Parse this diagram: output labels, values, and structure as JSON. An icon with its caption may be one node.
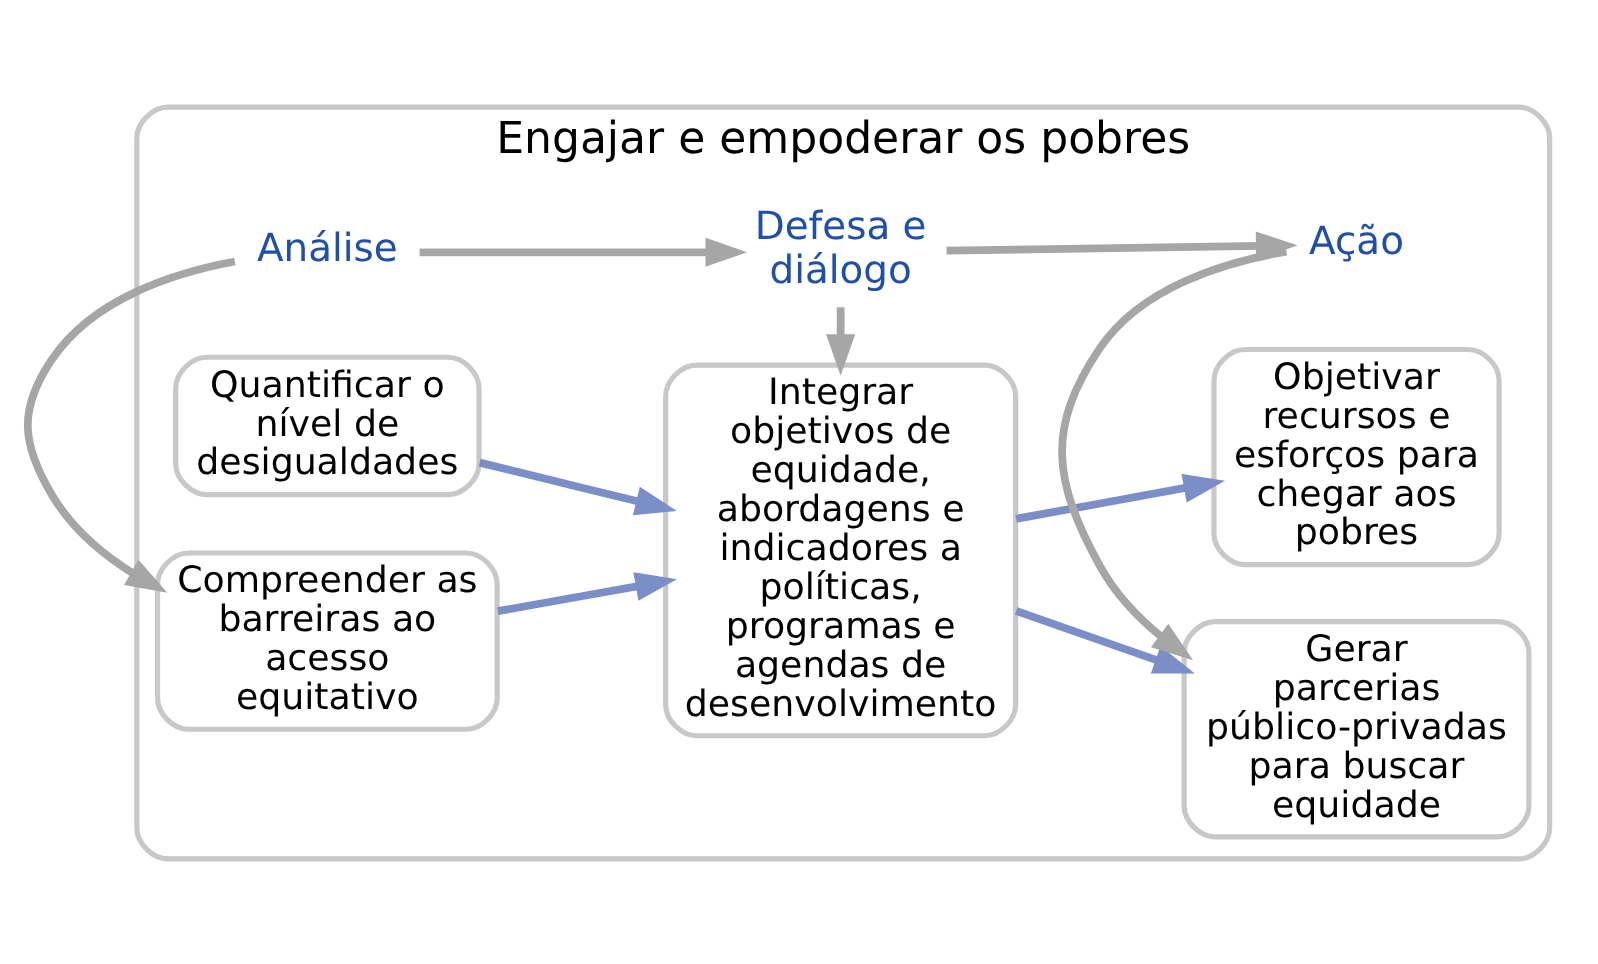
{
  "diagram": {
    "nodes": [
      {
        "text": [
          "Engajar e empoderar os pobres"
        ]
      },
      {
        "text": [
          "Quantificar o nível de desigualdades"
        ],
        "in": 0
      },
      {
        "text": [
          "Compreender as barreiras ao acesso equitativo"
        ],
        "in": 0
      },
      {
        "text": [
          "Integrar objetivos de equidade, abordagens e indicadores a políticas, programas e agendas de desenvolvimento"
        ],
        "in": 0
      },
      {
        "text": [
          "Objetivar recursos e esforços para chegar aos pobres"
        ],
        "in": 0
      },
      {
        "text": [
          "Gerar parcerias público-privadas para buscar equidade"
        ],
        "in": 0
      },
      {
        "text": [
          "Análise"
        ],
        "in": 0
      },
      {
        "text": [
          "Defesa e diálogo"
        ],
        "in": 0
      },
      {
        "text": [
          "Ação"
        ],
        "in": 0
      }
    ],
    "edges": [
      {
        "from": 1,
        "to": 3,
        "arrow": "to",
        "color": "#7b8ec8"
      },
      {
        "from": 2,
        "to": 3,
        "arrow": "to",
        "color": "#7b8ec8"
      },
      {
        "from": 3,
        "to": 4,
        "arrow": "to",
        "color": "#7b8ec8"
      },
      {
        "from": 3,
        "to": 5,
        "arrow": "to",
        "color": "#7b8ec8"
      },
      {
        "from": 6,
        "to": 2,
        "arrow": "to"
      },
      {
        "from": 7,
        "to": 3,
        "arrow": "to"
      },
      {
        "from": 8,
        "to": 5,
        "arrow": "to"
      },
      {
        "from": 6,
        "to": 7,
        "arrow": "to"
      },
      {
        "from": 7,
        "to": 8,
        "arrow": "to"
      }
    ]
  }
}
